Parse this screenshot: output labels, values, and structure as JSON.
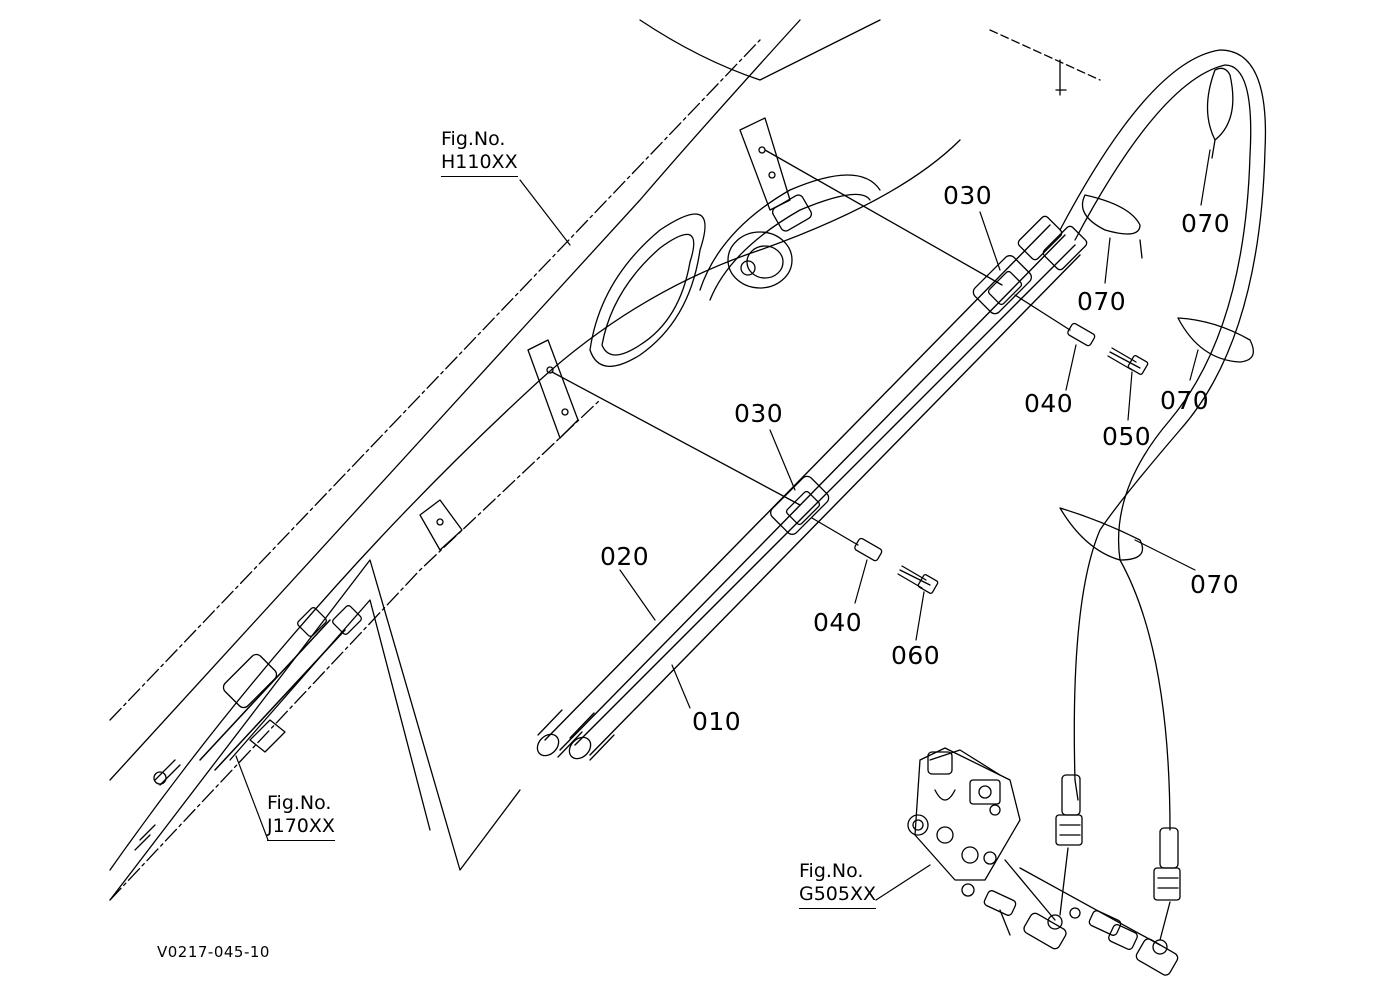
{
  "diagram": {
    "drawing_code": "V0217-045-10",
    "references": [
      {
        "line1": "Fig.No.",
        "line2": "H110XX"
      },
      {
        "line1": "Fig.No.",
        "line2": "J170XX"
      },
      {
        "line1": "Fig.No.",
        "line2": "G505XX"
      }
    ],
    "part_labels": {
      "p010": "010",
      "p020": "020",
      "p030_upper": "030",
      "p030_lower": "030",
      "p040_upper": "040",
      "p040_lower": "040",
      "p050": "050",
      "p060": "060",
      "p070_a": "070",
      "p070_b": "070",
      "p070_c": "070",
      "p070_d": "070"
    }
  }
}
